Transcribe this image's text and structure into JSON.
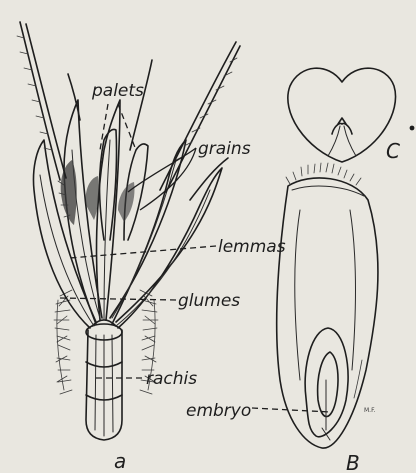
{
  "figure": {
    "labels": {
      "palets": "palets",
      "grains": "grains",
      "lemmas": "lemmas",
      "glumes": "glumes",
      "rachis": "rachis",
      "embryo": "embryo"
    },
    "panel_letters": {
      "a": "a",
      "b": "B",
      "c": "C"
    },
    "colors": {
      "background": "#e9e7e0",
      "ink": "#1e1e1e"
    }
  }
}
